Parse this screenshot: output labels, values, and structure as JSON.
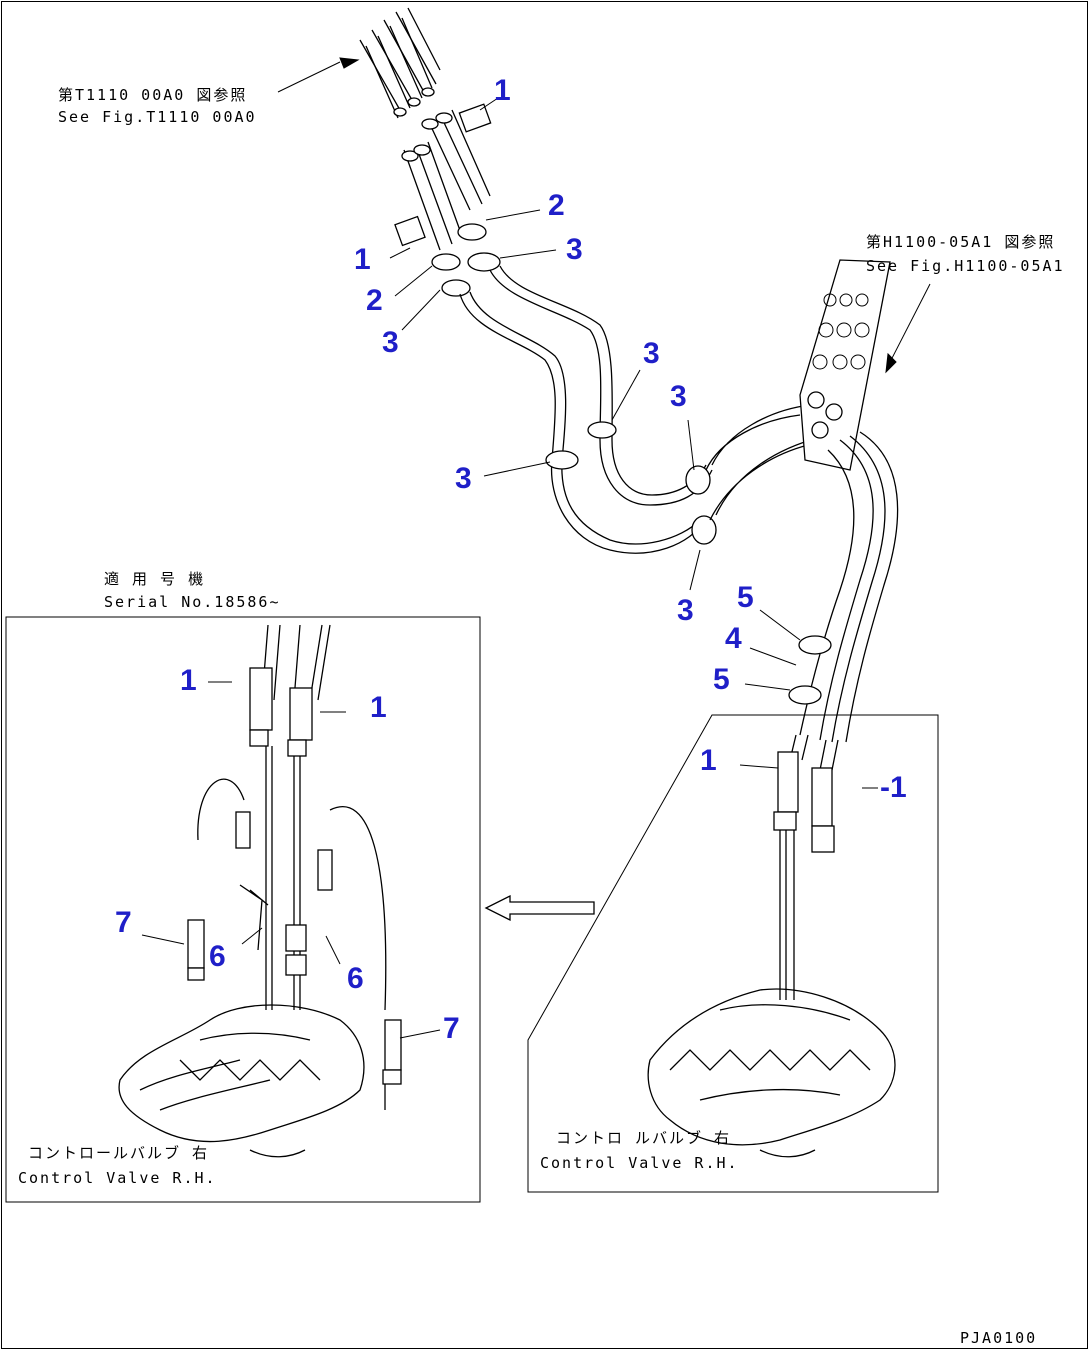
{
  "references": {
    "top_ref_jp": "第T1110 00A0 図参照",
    "top_ref_en": "See Fig.T1110 00A0",
    "right_ref_jp": "第H1100-05A1 図参照",
    "right_ref_en": "See Fig.H1100-05A1",
    "serial_jp": "適 用 号 機",
    "serial_en": "Serial No.18586~",
    "valve_left_jp": "コントロールバルブ 右",
    "valve_left_en": "Control Valve R.H.",
    "valve_right_jp": "コントロ ルバルブ 右",
    "valve_right_en": "Control Valve R.H.",
    "drawing_id": "PJA0100"
  },
  "callouts": [
    {
      "id": "c1a",
      "text": "1"
    },
    {
      "id": "c2a",
      "text": "2"
    },
    {
      "id": "c3a",
      "text": "3"
    },
    {
      "id": "c1b",
      "text": "1"
    },
    {
      "id": "c2b",
      "text": "2"
    },
    {
      "id": "c3b",
      "text": "3"
    },
    {
      "id": "c3c",
      "text": "3"
    },
    {
      "id": "c3d",
      "text": "3"
    },
    {
      "id": "c3e",
      "text": "3"
    },
    {
      "id": "c3f",
      "text": "3"
    },
    {
      "id": "c5a",
      "text": "5"
    },
    {
      "id": "c4",
      "text": "4"
    },
    {
      "id": "c5b",
      "text": "5"
    },
    {
      "id": "c1c",
      "text": "1"
    },
    {
      "id": "c1d",
      "text": "-1"
    },
    {
      "id": "c1e",
      "text": "1"
    },
    {
      "id": "c1f",
      "text": "1"
    },
    {
      "id": "c7a",
      "text": "7"
    },
    {
      "id": "c6a",
      "text": "6"
    },
    {
      "id": "c6b",
      "text": "6"
    },
    {
      "id": "c7b",
      "text": "7"
    }
  ],
  "colors": {
    "callout": "#1f1fc8",
    "line": "#000000",
    "background": "#ffffff"
  }
}
